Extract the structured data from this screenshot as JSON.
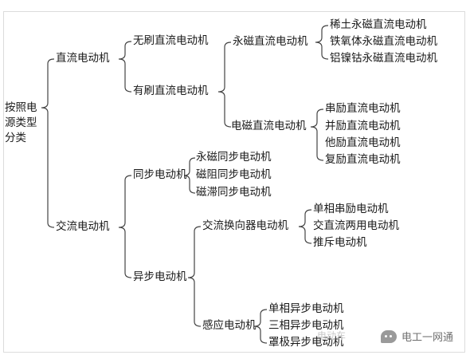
{
  "diagram": {
    "root": "按照电源类型分类",
    "dc": {
      "label": "直流电动机",
      "brushless": "无刷直流电动机",
      "brushed": {
        "label": "有刷直流电动机",
        "pm": {
          "label": "永磁直流电动机",
          "items": [
            "稀土永磁直流电动机",
            "铁氧体永磁直流电动机",
            "铝镍钴永磁直流电动机"
          ]
        },
        "em": {
          "label": "电磁直流电动机",
          "items": [
            "串励直流电动机",
            "并励直流电动机",
            "他励直流电动机",
            "复励直流电动机"
          ]
        }
      }
    },
    "ac": {
      "label": "交流电动机",
      "sync": {
        "label": "同步电动机",
        "items": [
          "永磁同步电动机",
          "磁阻同步电动机",
          "磁滞同步电动机"
        ]
      },
      "async": {
        "label": "异步电动机",
        "commutator": {
          "label": "交流换向器电动机",
          "items": [
            "单相串励电动机",
            "交直流两用电动机",
            "推斥电动机"
          ]
        },
        "induction": {
          "label": "感应电动机",
          "items": [
            "单相异步电动机",
            "三相异步电动机",
            "罩极异步电动机"
          ]
        }
      }
    }
  },
  "watermark": {
    "left_text": "电动车",
    "right_text": "电工一网通"
  },
  "colors": {
    "line": "#444444",
    "text": "#1a1a1a",
    "frame": "#dcdcdc"
  }
}
